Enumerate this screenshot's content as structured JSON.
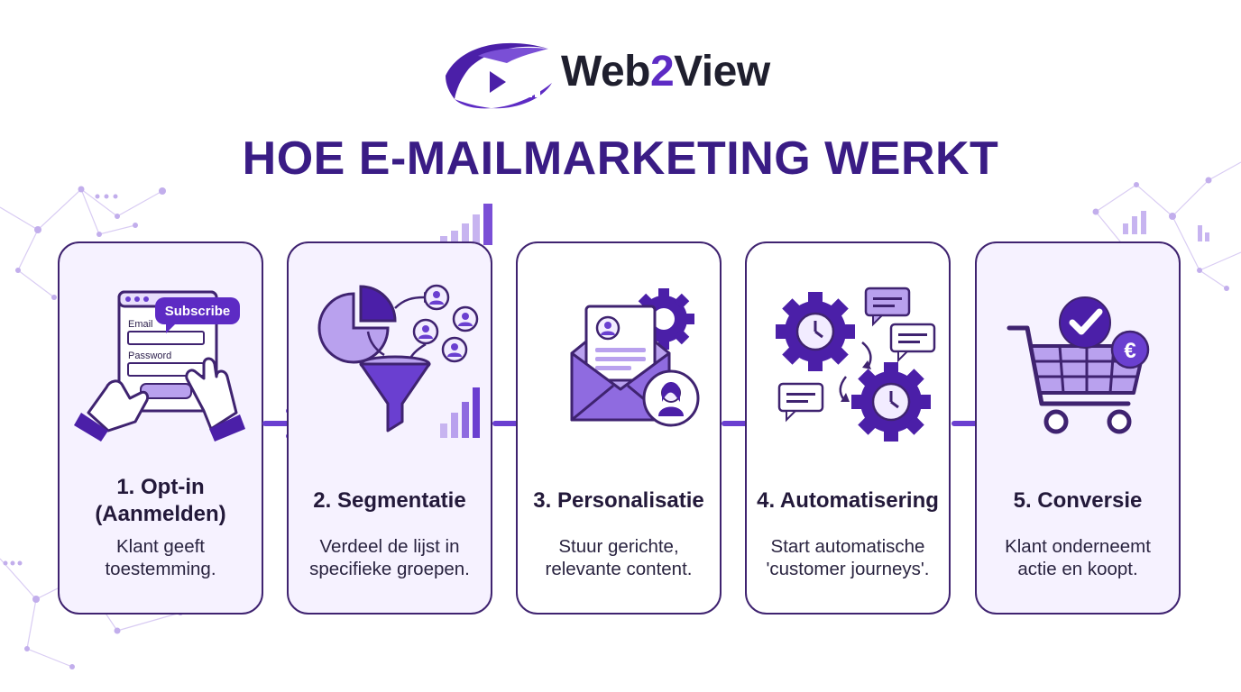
{
  "brand": {
    "name_part1": "Web",
    "name_accent": "2",
    "name_part2": "View"
  },
  "title": "HOE E-MAILMARKETING WERKT",
  "colors": {
    "primary_dark": "#3a1c85",
    "primary": "#5d2bc4",
    "light": "#b9a1ee",
    "card_bg": "#f6f2ff"
  },
  "steps": [
    {
      "title_line1": "1. Opt-in",
      "title_line2": "(Aanmelden)",
      "desc_line1": "Klant geeft",
      "desc_line2": "toestemming.",
      "icon": "signup-form-icon",
      "illus": {
        "button": "Subscribe",
        "email_label": "Email",
        "password_label": "Password"
      }
    },
    {
      "title_line1": "2. Segmentatie",
      "title_line2": "",
      "desc_line1": "Verdeel de lijst in",
      "desc_line2": "specifieke groepen.",
      "icon": "segment-funnel-icon"
    },
    {
      "title_line1": "3. Personalisatie",
      "title_line2": "",
      "desc_line1": "Stuur gerichte,",
      "desc_line2": "relevante content.",
      "icon": "personal-email-icon"
    },
    {
      "title_line1": "4. Automatisering",
      "title_line2": "",
      "desc_line1": "Start automatische",
      "desc_line2": "'customer journeys'.",
      "icon": "automation-gears-icon"
    },
    {
      "title_line1": "5. Conversie",
      "title_line2": "",
      "desc_line1": "Klant onderneemt",
      "desc_line2": "actie en koopt.",
      "icon": "shopping-cart-icon",
      "illus": {
        "currency": "€"
      }
    }
  ]
}
